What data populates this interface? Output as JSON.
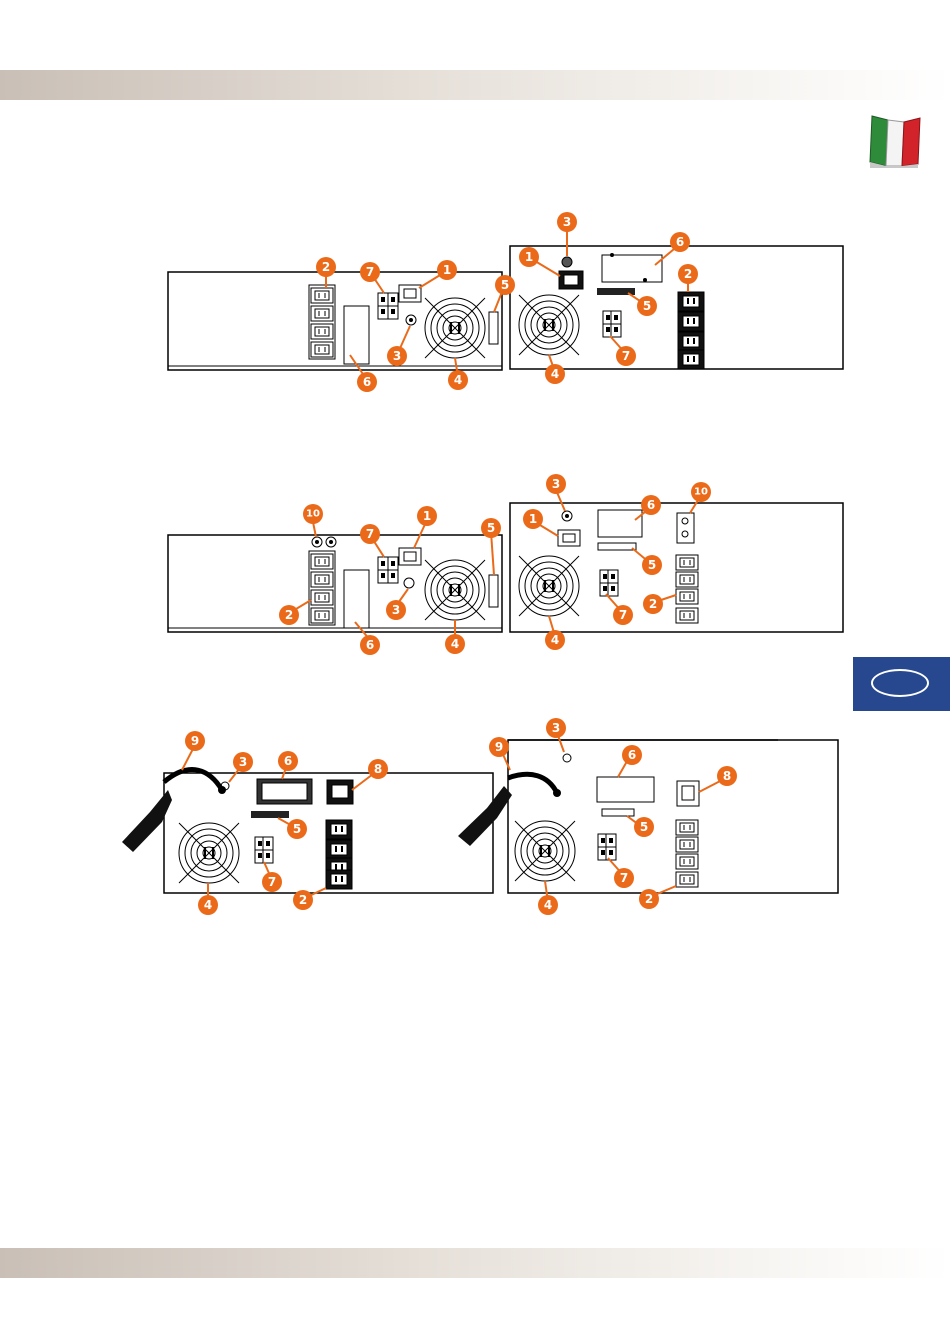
{
  "page": {
    "band_color": "#d8d0c8",
    "accent": "#ea6a1a",
    "tab_color": "#27488f"
  },
  "flag": {
    "colors": [
      "#2e8b3a",
      "#ffffff",
      "#d2232a"
    ]
  },
  "language_tab": {
    "label": ""
  },
  "callouts": {
    "n1": "1",
    "n2": "2",
    "n3": "3",
    "n4": "4",
    "n5": "5",
    "n6": "6",
    "n7": "7",
    "n8": "8",
    "n9": "9",
    "n10": "10"
  }
}
